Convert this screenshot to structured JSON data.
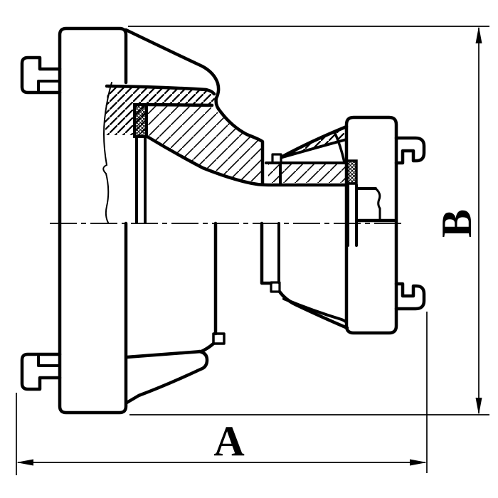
{
  "drawing": {
    "type": "technical-cross-section",
    "subject": "hose coupling reducer, sectioned upper half with hatching, exterior lower half",
    "dimension_a_label": "A",
    "dimension_b_label": "B"
  },
  "colors": {
    "ink": "#000000",
    "background": "#ffffff"
  }
}
